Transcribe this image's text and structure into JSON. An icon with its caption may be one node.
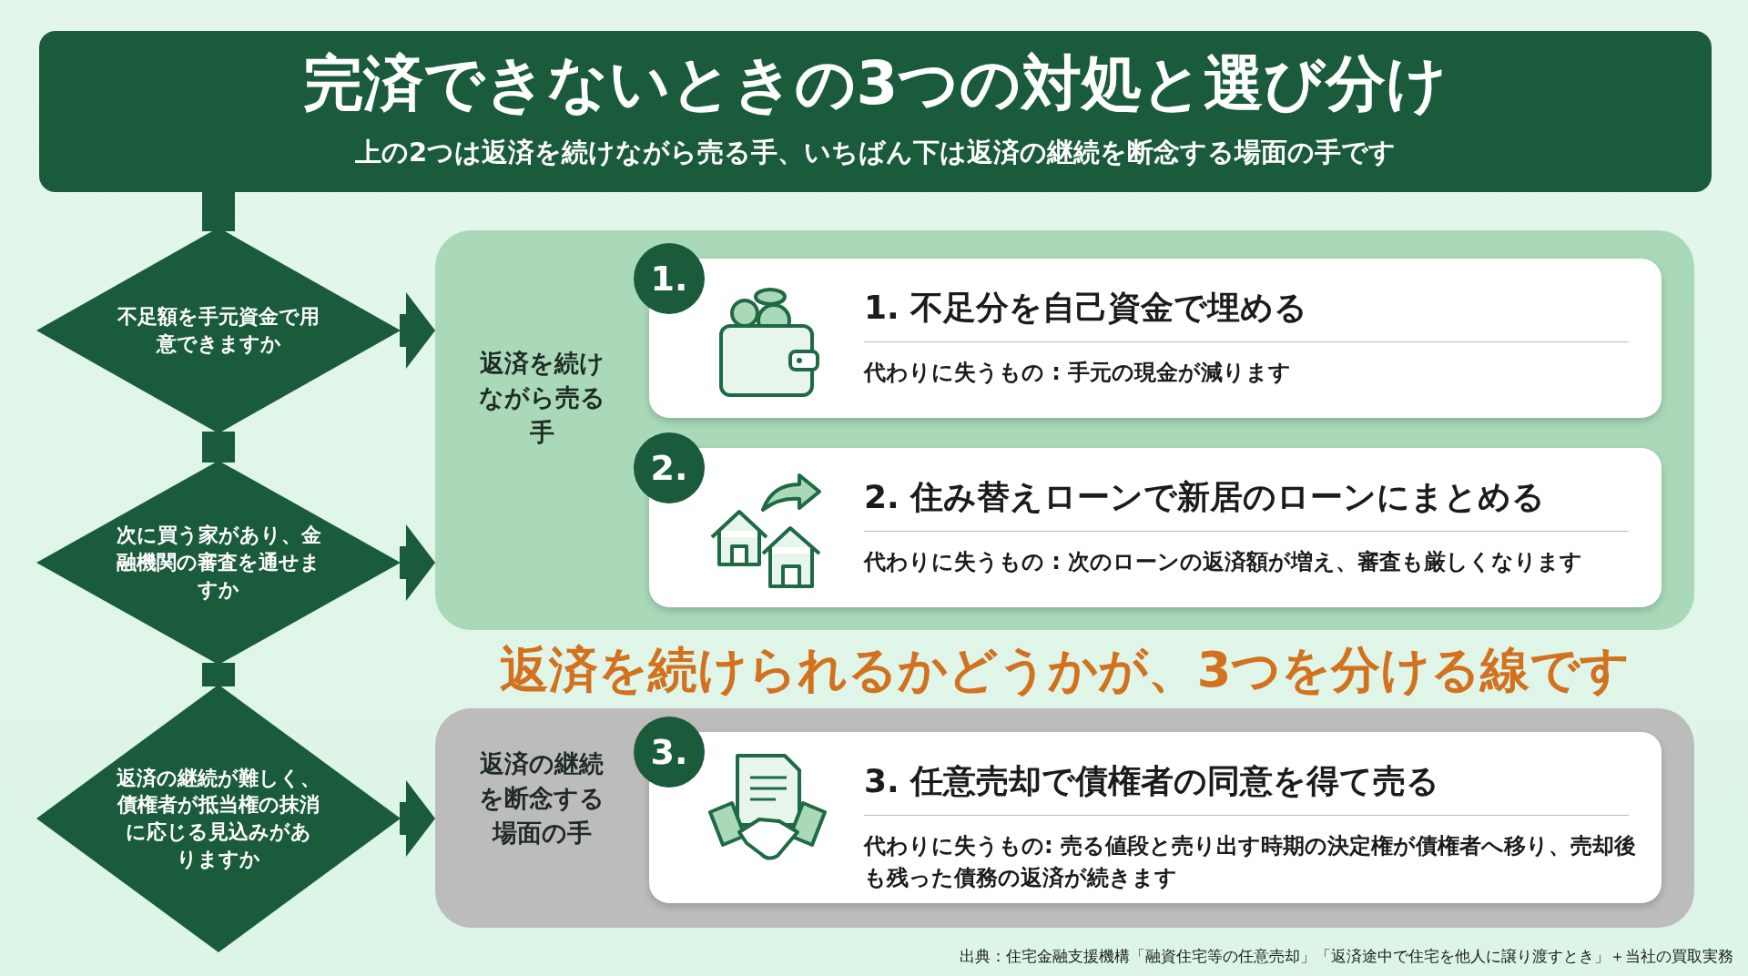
{
  "diagram": {
    "title": "完済できないときの3つの対処と選び分け",
    "caption": "上の2つは返済を続けながら売る手、いちばん下は返済の継続を断念する場面の手です",
    "nodes": [
      {
        "text": [
          "不足額を手元資金で用意できますか"
        ]
      },
      {
        "text": [
          "次に買う家があり、金融機関の審査を通せますか"
        ]
      },
      {
        "text": [
          "返済の継続が難しく、債権者が抵当権の抹消に応じる見込みがありますか"
        ]
      },
      {
        "text": [
          "返済を続けながら売る手"
        ]
      },
      {
        "text": [
          "1.",
          "1. 不足分を自己資金で埋める",
          "代わりに失うもの : 手元の現金が減ります"
        ],
        "in": 3
      },
      {
        "text": [
          "2.",
          "2. 住み替えローンで新居のローンにまとめる",
          "代わりに失うもの : 次のローンの返済額が増え、審査も厳しくなります"
        ],
        "in": 3
      },
      {
        "text": [
          "返済の継続を断念する場面の手"
        ]
      },
      {
        "text": [
          "3.",
          "3. 任意売却で債権者の同意を得て売る",
          "代わりに失うもの: 売る値段と売り出す時期の決定権が債権者へ移り、売却後も残った債務の返済が続きます"
        ],
        "in": 6
      }
    ],
    "edges": [
      {
        "from": 0,
        "to": 1,
        "arrow": "none"
      },
      {
        "from": 1,
        "to": 2,
        "arrow": "none"
      },
      {
        "from": 0,
        "to": 3,
        "arrow": "to"
      },
      {
        "from": 1,
        "to": 3,
        "arrow": "to"
      },
      {
        "from": 2,
        "to": 6,
        "arrow": "to"
      }
    ],
    "labels": [
      "返済を続けられるかどうかが、3つを分ける線です",
      "出典：住宅金融支援機構「融資住宅等の任意売却」「返済途中で住宅を他人に譲り渡すとき」＋当社の買取実務"
    ]
  }
}
